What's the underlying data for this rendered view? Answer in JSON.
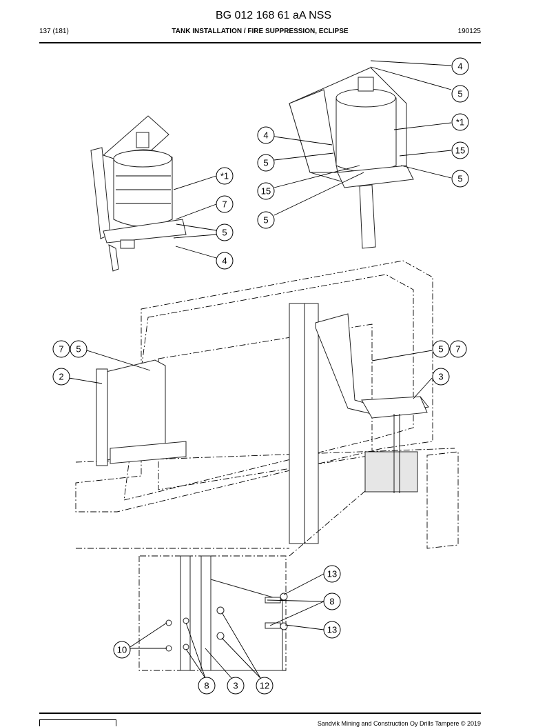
{
  "header": {
    "doc_code": "BG 012 168 61 aA NSS",
    "page": "137 (181)",
    "section_title": "TANK INSTALLATION / FIRE SUPPRESSION, ECLIPSE",
    "date_code": "190125"
  },
  "callouts": {
    "c1": "4",
    "c2": "5",
    "c3": "*1",
    "c4": "15",
    "c5": "5",
    "c6": "4",
    "c7": "5",
    "c8": "15",
    "c9": "5",
    "c10": "*1",
    "c11": "7",
    "c12": "5",
    "c13": "4",
    "c14": "7",
    "c15": "5",
    "c16": "2",
    "c17": "5",
    "c18": "7",
    "c19": "3",
    "c20": "13",
    "c21": "8",
    "c22": "13",
    "c23": "10",
    "c24": "8",
    "c25": "3",
    "c26": "12"
  },
  "footer": {
    "copyright": "Sandvik Mining and Construction Oy Drills Tampere © 2019"
  }
}
